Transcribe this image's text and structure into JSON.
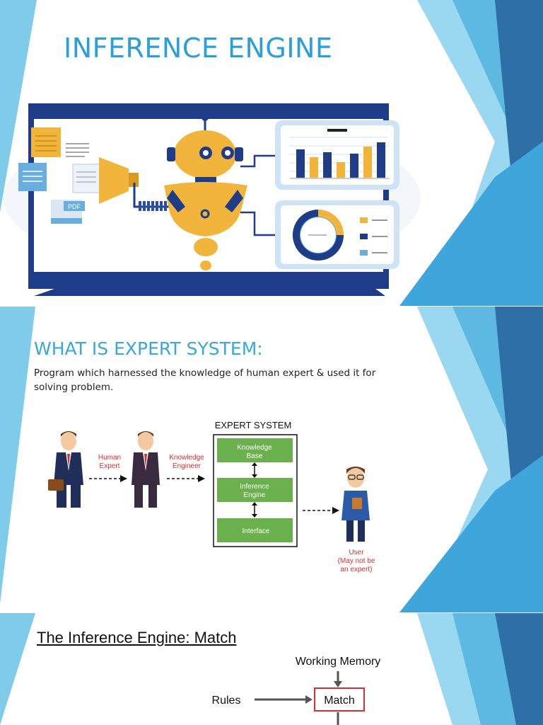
{
  "slides": [
    {
      "title": "INFERENCE ENGINE",
      "illustration": {
        "file_label": "PDF"
      }
    },
    {
      "title": "WHAT IS EXPERT SYSTEM:",
      "body": "Program which harnessed the knowledge of human expert & used it for solving problem.",
      "diagram": {
        "heading": "EXPERT SYSTEM",
        "human_expert_label": [
          "Human",
          "Expert"
        ],
        "knowledge_engineer_label": [
          "Knowledge",
          "Engineer"
        ],
        "boxes": [
          {
            "label": [
              "Knowledge",
              "Base"
            ]
          },
          {
            "label": [
              "Inference",
              "Engine"
            ]
          },
          {
            "label": [
              "Interface"
            ]
          }
        ],
        "user_label": [
          "User",
          "(May not be",
          "an expert)"
        ]
      }
    },
    {
      "title": "The Inference Engine: Match",
      "diagram": {
        "working_memory": "Working Memory",
        "rules": "Rules",
        "match": "Match"
      }
    }
  ],
  "colors": {
    "accent": "#2a9fd9",
    "navy": "#1f3c88",
    "gold": "#f2b53c",
    "green": "#6ab04c",
    "red": "#d63031"
  }
}
